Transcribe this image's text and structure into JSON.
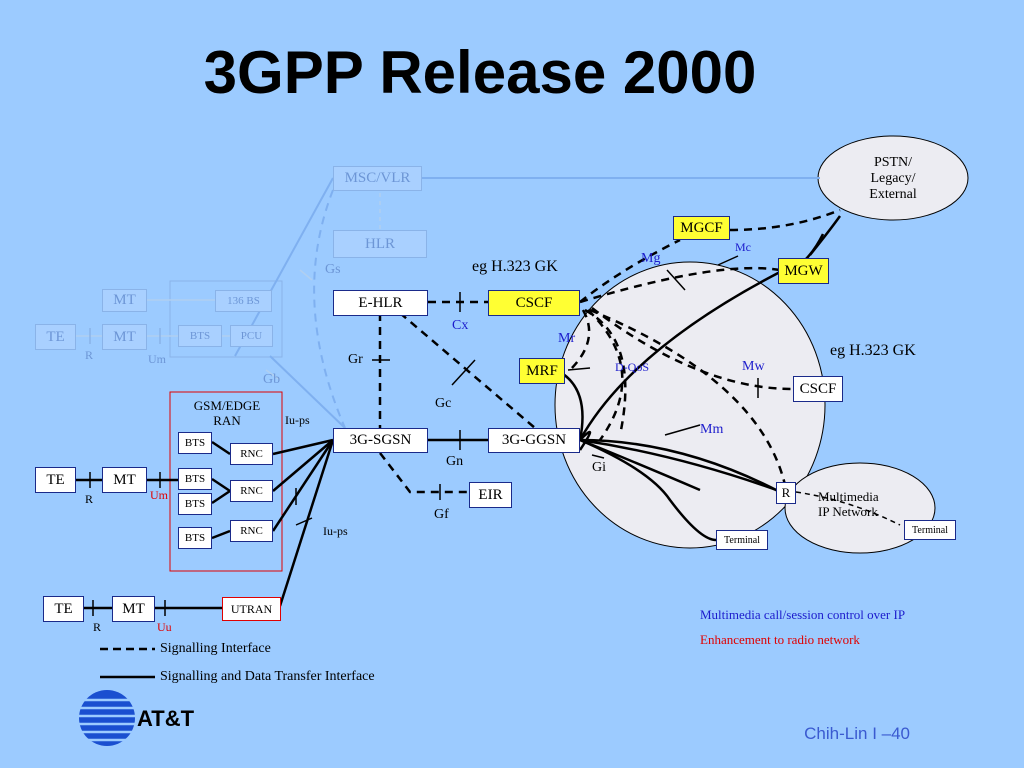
{
  "title": "3GPP Release 2000",
  "footer": "Chih-Lin I –40",
  "logo": {
    "text": "AT&T",
    "icon": "att-globe-icon"
  },
  "nodes": {
    "msc_vlr": "MSC/VLR",
    "hlr": "HLR",
    "mt_top": "MT",
    "bs136": "136 BS",
    "te_faded": "TE",
    "mt_faded": "MT",
    "bts_faded": "BTS",
    "pcu": "PCU",
    "e_hlr": "E-HLR",
    "cscf_top": "CSCF",
    "mrf": "MRF",
    "mgcf": "MGCF",
    "mgw": "MGW",
    "pstn": "PSTN/\nLegacy/\nExternal",
    "cscf_right": "CSCF",
    "sgsn": "3G-SGSN",
    "ggsn": "3G-GGSN",
    "eir": "EIR",
    "gsm_edge_ran": "GSM/EDGE\nRAN",
    "bts1": "BTS",
    "bts2": "BTS",
    "bts3": "BTS",
    "bts4": "BTS",
    "rnc1": "RNC",
    "rnc2": "RNC",
    "rnc3": "RNC",
    "te_mid": "TE",
    "mt_mid": "MT",
    "te_bot": "TE",
    "mt_bot": "MT",
    "utran": "UTRAN",
    "r_box": "R",
    "multimedia_ip": "Multimedia\nIP Network",
    "terminal_1": "Terminal",
    "terminal_2": "Terminal"
  },
  "labels": {
    "gs": "Gs",
    "gb": "Gb",
    "r_faded": "R",
    "um_faded": "Um",
    "eg_h323_top": "eg H.323 GK",
    "eg_h323_right": "eg H.323 GK",
    "cx": "Cx",
    "gr": "Gr",
    "gc": "Gc",
    "mr": "Mr",
    "mg": "Mg",
    "mc": "Mc",
    "d_qos": "D-QoS",
    "mw": "Mw",
    "mm": "Mm",
    "gn": "Gn",
    "gi": "Gi",
    "gf": "Gf",
    "iu_ps_top": "Iu-ps",
    "iu_ps_bot": "Iu-ps",
    "r_mid": "R",
    "um_mid": "Um",
    "r_bot": "R",
    "uu": "Uu"
  },
  "legend": {
    "dashed": "Signalling  Interface",
    "solid": "Signalling  and Data Transfer Interface"
  },
  "notes": {
    "multimedia_note": "Multimedia call/session control over IP",
    "radio_note": "Enhancement to radio network"
  },
  "colors": {
    "background": "#9ccbff",
    "faded": "#6d96d6",
    "highlight": "#ffff33",
    "note_blue": "#1c1ccc",
    "note_red": "#e00000",
    "ellipse": "#ececf2"
  }
}
